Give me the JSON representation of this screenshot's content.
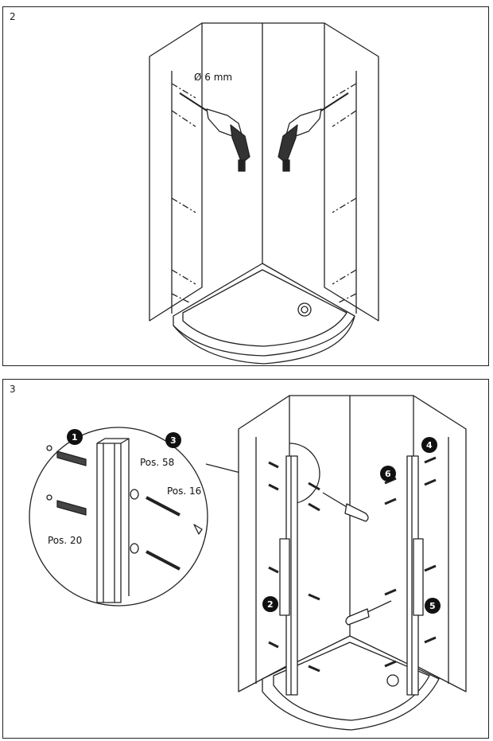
{
  "step2": {
    "number": "2",
    "drill_label": "Ø 6 mm"
  },
  "step3": {
    "number": "3",
    "labels": {
      "pos58": "Pos. 58",
      "pos16": "Pos. 16",
      "pos20": "Pos. 20"
    },
    "badges": [
      "1",
      "2",
      "3",
      "4",
      "5",
      "6"
    ]
  }
}
